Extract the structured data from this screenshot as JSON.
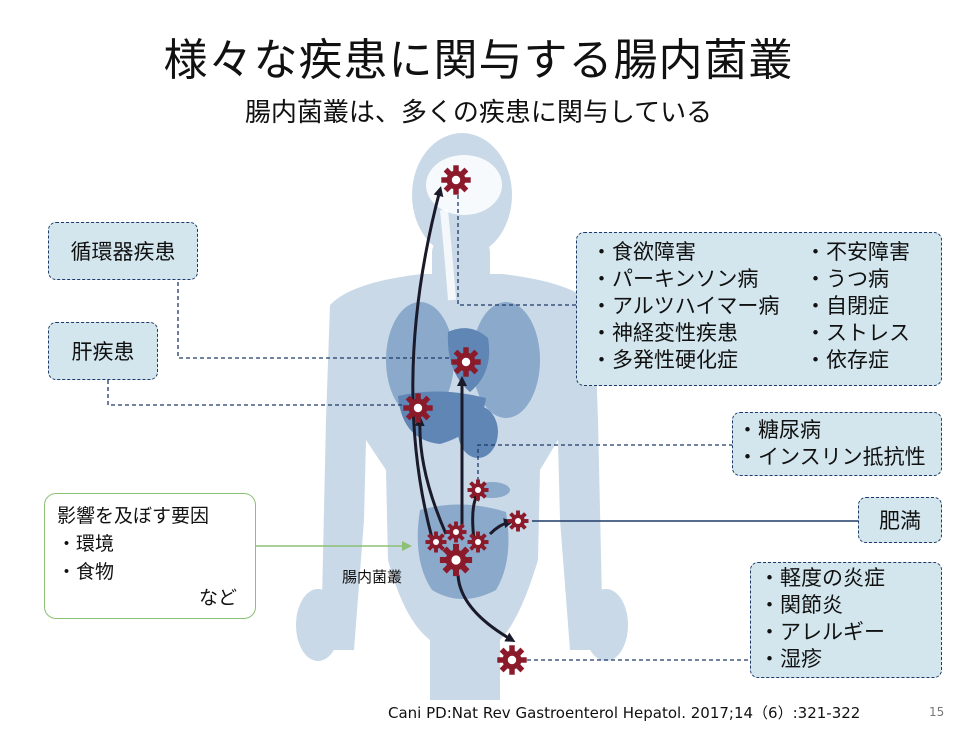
{
  "title": "様々な疾患に関与する腸内菌叢",
  "subtitle": "腸内菌叢は、多くの疾患に関与している",
  "boxes": {
    "cardio": "循環器疾患",
    "liver": "肝疾患",
    "neuro_left": [
      "・食欲障害",
      "・パーキンソン病",
      "・アルツハイマー病",
      "・神経変性疾患",
      "・多発性硬化症"
    ],
    "neuro_right": [
      "・不安障害",
      "・うつ病",
      "・自閉症",
      "・ストレス",
      "・依存症"
    ],
    "metabolic": [
      "・糖尿病",
      "・インスリン抵抗性"
    ],
    "obesity": "肥満",
    "inflammation": [
      "・軽度の炎症",
      "・関節炎",
      "・アレルギー",
      "・湿疹"
    ]
  },
  "factors": {
    "heading": "影響を及ぼす要因",
    "items": [
      "・環境",
      "・食物"
    ],
    "etc": "など"
  },
  "gut_label": "腸内菌叢",
  "citation": "Cani PD:Nat Rev Gastroenterol Hepatol. 2017;14（6）:321-322",
  "page_number": "15",
  "colors": {
    "body": "#c9d9e7",
    "organ": "#5f86b5",
    "organ_light": "#8aa9cb",
    "gear": "#8b1a2b",
    "box_fill": "#d3e6ee",
    "box_border": "#1f3a68",
    "factor_border": "#8cc075"
  }
}
